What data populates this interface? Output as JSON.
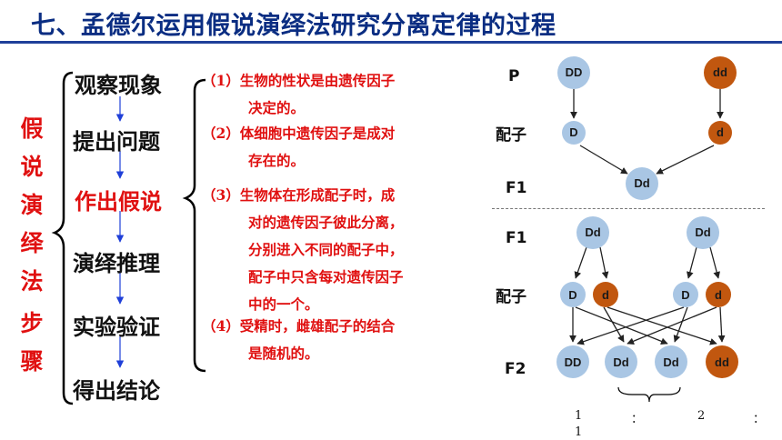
{
  "title": "七、孟德尔运用假说演绎法研究分离定律的过程",
  "vertical_label": [
    "假",
    "说",
    "演",
    "绎",
    "法",
    "步",
    "骤"
  ],
  "steps": [
    "观察现象",
    "提出问题",
    "作出假说",
    "演绎推理",
    "实验验证",
    "得出结论"
  ],
  "hypotheses": [
    [
      "（1）生物的性状是由遗传因子",
      "决定的。"
    ],
    [
      "（2）体细胞中遗传因子是成对",
      "存在的。"
    ],
    [
      "（3）生物体在形成配子时，成",
      "对的遗传因子彼此分离，",
      "分别进入不同的配子中，",
      "配子中只含每对遗传因子",
      "中的一个。"
    ],
    [
      "（4）受精时，雌雄配子的结合",
      "是随机的。"
    ]
  ],
  "diagram": {
    "labels": {
      "p": "P",
      "gamete1": "配子",
      "f1_top": "F1",
      "f1_bottom": "F1",
      "gamete2": "配子",
      "f2": "F2"
    },
    "p": [
      "DD",
      "dd"
    ],
    "gametes_top": [
      "D",
      "d"
    ],
    "f1": "Dd",
    "f1_parents": [
      "Dd",
      "Dd"
    ],
    "gametes_bottom": [
      "D",
      "d",
      "D",
      "d"
    ],
    "f2": [
      "DD",
      "Dd",
      "Dd",
      "dd"
    ],
    "ratio": [
      "1",
      "：",
      "2",
      "：",
      "1"
    ]
  },
  "colors": {
    "title": "#0a2d82",
    "accent": "#e01010",
    "blue_node": "#a9c6e4",
    "brown_node": "#c1570f",
    "bracket": "#000000",
    "arrow": "#1f3fd8"
  }
}
